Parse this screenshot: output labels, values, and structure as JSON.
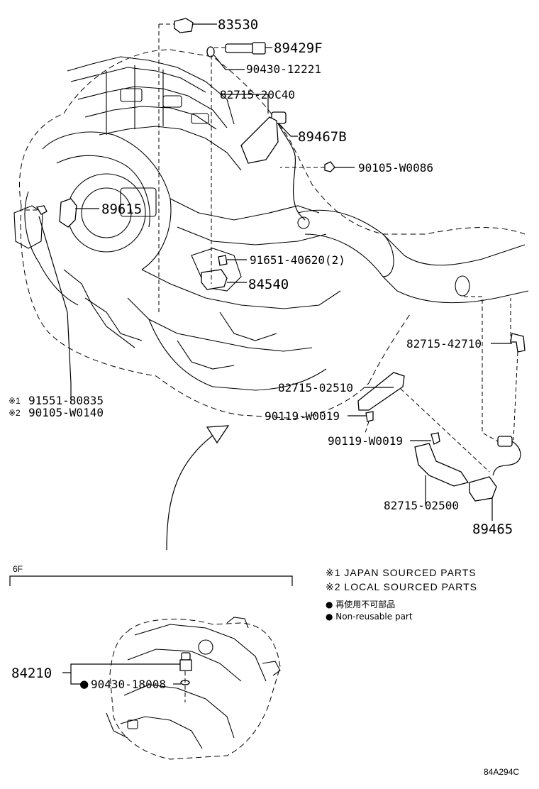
{
  "diagram": {
    "labels": {
      "p83530": "83530",
      "p89429F": "89429F",
      "p90430_12221": "90430-12221",
      "p82715_20C40": "82715-20C40",
      "p89467B": "89467B",
      "p90105_W0086": "90105-W0086",
      "p89615": "89615",
      "p91651_40620": "91651-40620(2)",
      "p84540": "84540",
      "p82715_42710": "82715-42710",
      "p82715_02510": "82715-02510",
      "p90119_W0019_a": "90119-W0019",
      "p90119_W0019_b": "90119-W0019",
      "p82715_02500": "82715-02500",
      "p89465": "89465",
      "p91551_80835": "91551-80835",
      "p90105_W0140": "90105-W0140",
      "p84210": "84210",
      "p90430_18008": "90430-18008"
    },
    "marks": {
      "m1": "※1",
      "m2": "※2",
      "dot": "●"
    },
    "section_label": "6F",
    "notes": {
      "n1": "※1 JAPAN SOURCED PARTS",
      "n2": "※2 LOCAL SOURCED PARTS",
      "n3": "● 再使用不可部品",
      "n4": "● Non-reusable part"
    },
    "figure_code": "84A294C"
  }
}
